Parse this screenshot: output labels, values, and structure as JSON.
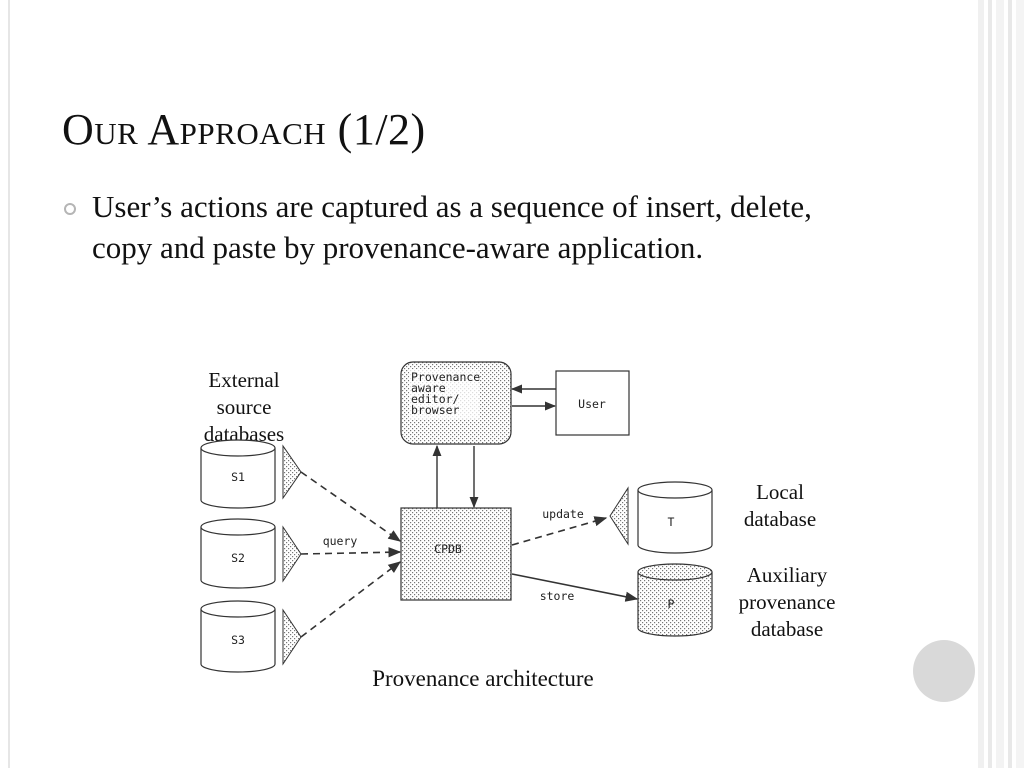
{
  "slide": {
    "title": "Our Approach (1/2)",
    "bullet": "User’s actions are captured as a sequence of insert, delete, copy and paste by provenance-aware application."
  },
  "diagram": {
    "labels": {
      "external_line1": "External",
      "external_line2": "source",
      "external_line3": "databases",
      "local_line1": "Local",
      "local_line2": "database",
      "aux_line1": "Auxiliary",
      "aux_line2": "provenance",
      "aux_line3": "database"
    },
    "sources": [
      "S1",
      "S2",
      "S3"
    ],
    "editor_lines": [
      "Provenance",
      "aware",
      "editor/",
      "browser"
    ],
    "user_box": "User",
    "cpdb": "CPDB",
    "local_db": "T",
    "prov_db": "P",
    "edge_query": "query",
    "edge_update": "update",
    "edge_store": "store",
    "caption": "Provenance architecture"
  },
  "colors": {
    "accent_gray": "#d9d9d9",
    "stipple_fill": "#d6d6d6",
    "line": "#333333"
  }
}
